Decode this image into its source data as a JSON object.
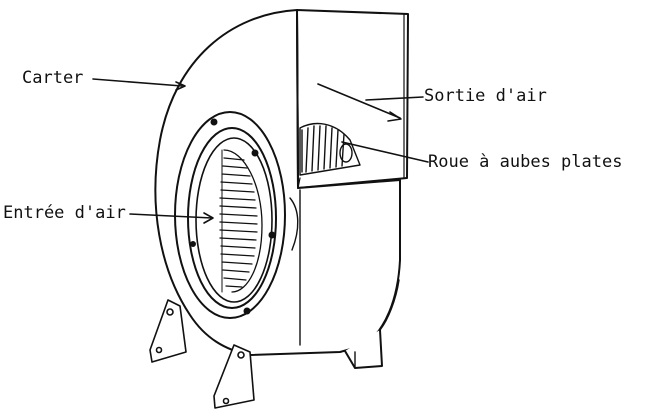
{
  "labels": {
    "carter": "Carter",
    "sortie_air": "Sortie d'air",
    "roue_aubes": "Roue à aubes plates",
    "entree_air": "Entrée d'air"
  },
  "colors": {
    "ink": "#111111",
    "paper": "#ffffff"
  }
}
